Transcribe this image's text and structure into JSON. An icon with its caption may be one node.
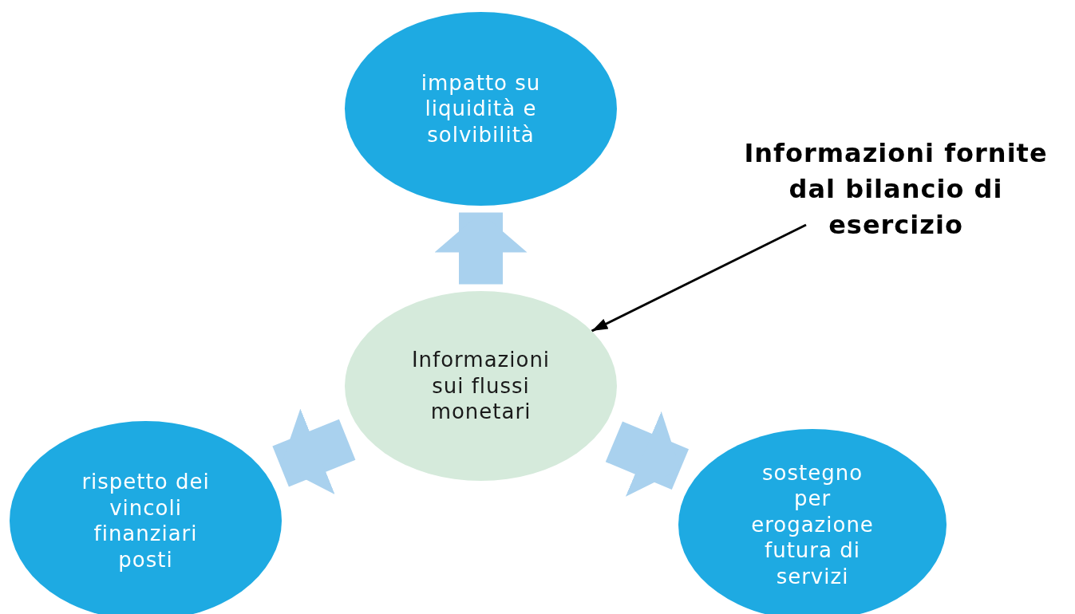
{
  "diagram": {
    "nodes": [
      {
        "text": [
          "Informazioni sui flussi monetari"
        ]
      },
      {
        "text": [
          "impatto su liquidità e solvibilità"
        ]
      },
      {
        "text": [
          "rispetto dei vincoli finanziari posti"
        ]
      },
      {
        "text": [
          "sostegno per erogazione futura di servizi"
        ]
      },
      {
        "text": [
          "Informazioni fornite dal bilancio di esercizio"
        ]
      }
    ],
    "edges": [
      {
        "from": 0,
        "to": 1,
        "arrow": "to"
      },
      {
        "from": 0,
        "to": 2,
        "arrow": "to"
      },
      {
        "from": 0,
        "to": 3,
        "arrow": "to"
      },
      {
        "from": 4,
        "to": 0,
        "arrow": "to",
        "color": "#000000"
      }
    ]
  }
}
